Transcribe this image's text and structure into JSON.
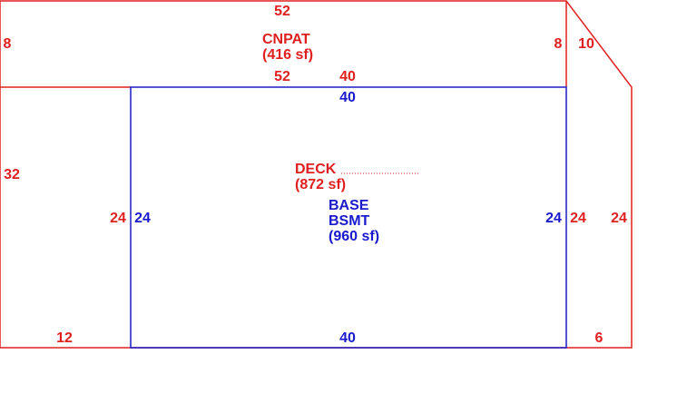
{
  "colors": {
    "deck": "#e02020",
    "base": "#1a1acc"
  },
  "areas": {
    "cnpat": {
      "name": "CNPAT",
      "area": "(416 sf)"
    },
    "deck": {
      "name": "DECK",
      "area": "(872 sf)"
    },
    "base": {
      "name_line1": "BASE",
      "name_line2": "BSMT",
      "area": "(960 sf)"
    }
  },
  "dimensions": {
    "cnpat_top": "52",
    "cnpat_bottom": "52",
    "cnpat_left": "8",
    "cnpat_right": "8",
    "diagonal": "10",
    "deck_left": "32",
    "deck_bottom_left": "12",
    "deck_bottom_right": "6",
    "deck_right": "24",
    "deck_inner_left": "24",
    "deck_inner_right": "24",
    "deck_over_base_top": "40",
    "base_top": "40",
    "base_bottom": "40",
    "base_left": "24",
    "base_right": "24"
  }
}
